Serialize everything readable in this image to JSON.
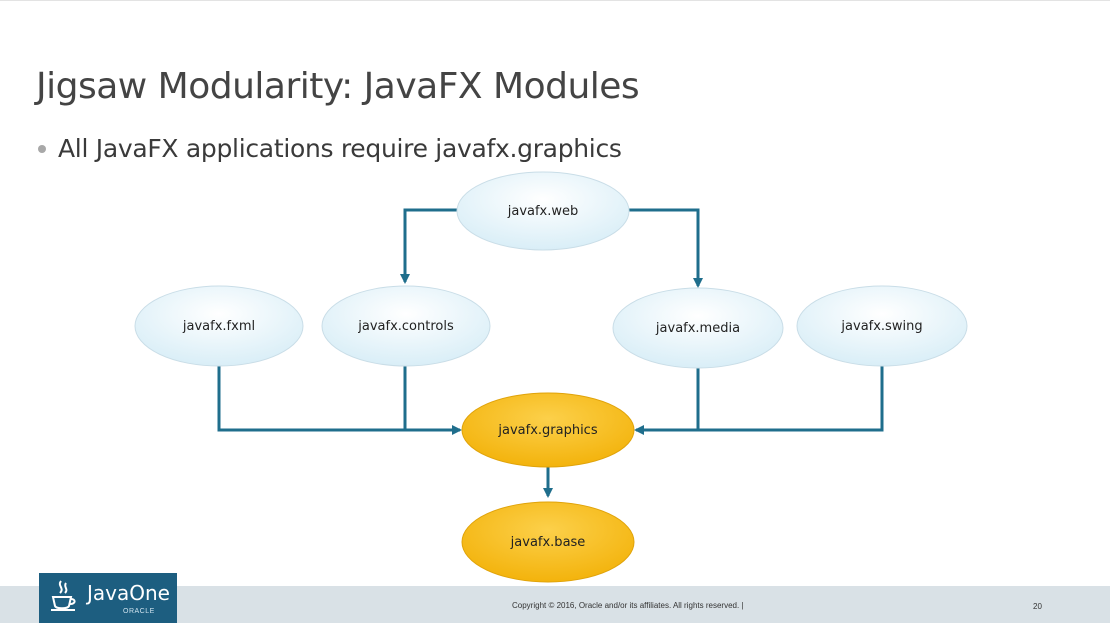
{
  "slide": {
    "title": "Jigsaw Modularity: JavaFX Modules",
    "bullet": "All JavaFX applications require javafx.graphics"
  },
  "diagram": {
    "nodes": {
      "web": "javafx.web",
      "fxml": "javafx.fxml",
      "controls": "javafx.controls",
      "media": "javafx.media",
      "swing": "javafx.swing",
      "graphics": "javafx.graphics",
      "base": "javafx.base"
    },
    "colors": {
      "module_fill": "#d9eef7",
      "core_fill": "#f6bb1a",
      "arrow": "#1f6e8c"
    }
  },
  "footer": {
    "logo": "JavaOne",
    "logo_sub": "ORACLE",
    "copyright": "Copyright © 2016, Oracle and/or its affiliates. All rights reserved.  |",
    "page_number": "20"
  }
}
